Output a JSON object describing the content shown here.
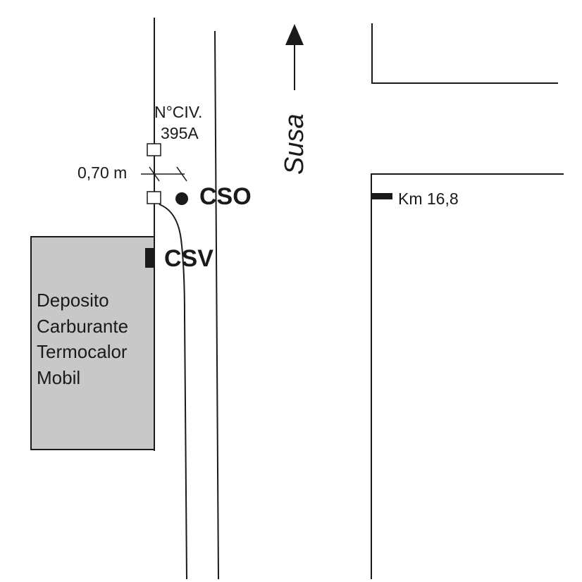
{
  "labels": {
    "civic_number_line1": "N°CIV.",
    "civic_number_line2": "395A",
    "distance": "0,70 m",
    "cso": "CSO",
    "csv": "CSV",
    "direction": "Susa",
    "km_marker": "Km 16,8",
    "depot_line1": "Deposito",
    "depot_line2": "Carburante",
    "depot_line3": "Termocalor",
    "depot_line4": "Mobil"
  },
  "colors": {
    "line": "#1a1a1a",
    "depot_fill": "#c8c8c8",
    "background": "#ffffff"
  }
}
